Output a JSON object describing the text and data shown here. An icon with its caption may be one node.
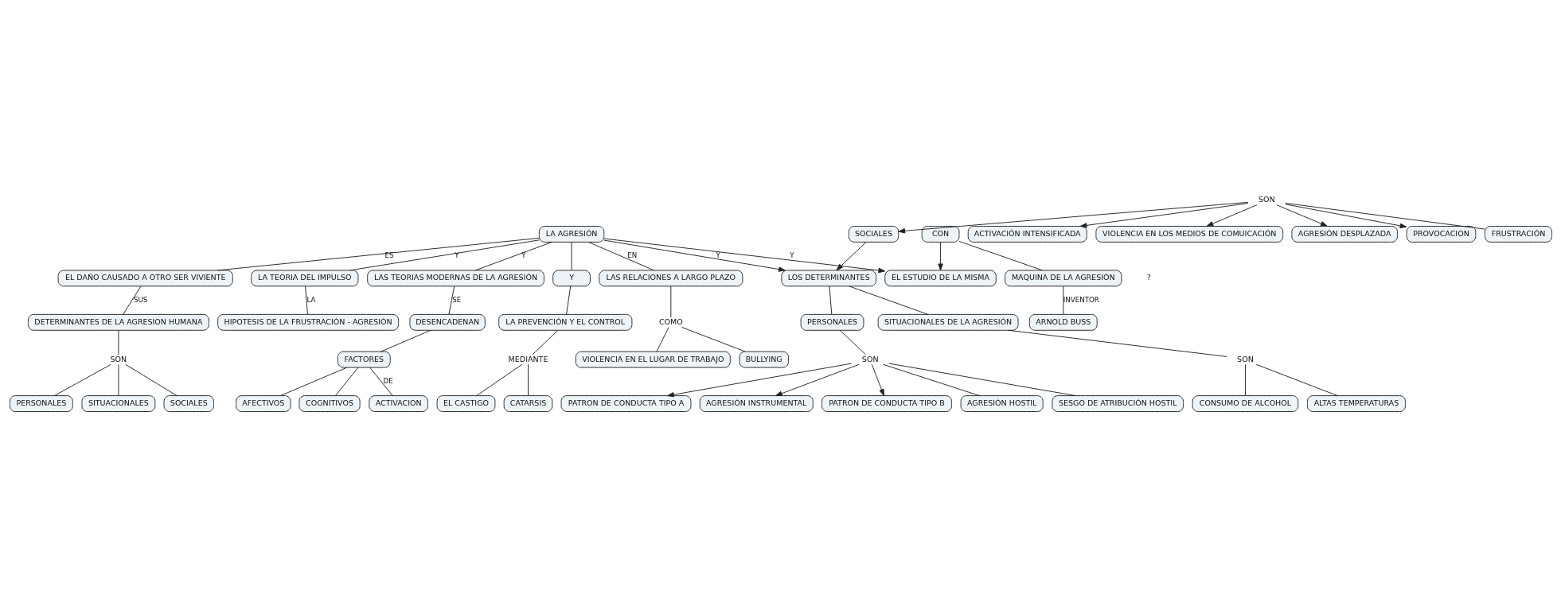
{
  "diagram": {
    "nodes": [
      {
        "text": [
          "EL ESTUDIO DE LA MISMA"
        ]
      },
      {
        "text": [
          "LA AGRESIÓN"
        ]
      },
      {
        "text": [
          "LOS DETERMINANTES"
        ]
      },
      {
        "text": [
          "CON"
        ]
      },
      {
        "text": [
          "ACTIVACIÓN INTENSIFICADA"
        ]
      },
      {
        "text": [
          "SOCIALES"
        ]
      },
      {
        "text": [
          "VIOLENCIA EN LOS MEDIOS DE COMUICACIÓN"
        ]
      },
      {
        "text": [
          "PERSONALES"
        ]
      },
      {
        "text": [
          "MAQUINA DE LA AGRESIÓN"
        ]
      },
      {
        "text": [
          "AGRESIÓN DESPLAZADA"
        ]
      },
      {
        "text": [
          "SON"
        ]
      },
      {
        "text": [
          "PROVOCACION"
        ]
      },
      {
        "text": [
          "ARNOLD BUSS"
        ]
      },
      {
        "text": [
          "FRUSTRACIÓN"
        ]
      },
      {
        "text": [
          "EL DAÑO CAUSADO A OTRO SER VIVIENTE"
        ]
      },
      {
        "text": [
          "PATRON DE CONDUCTA TIPO A"
        ]
      },
      {
        "text": [
          "SON"
        ]
      },
      {
        "text": [
          "AGRESIÓN INSTRUMENTAL"
        ]
      },
      {
        "text": [
          "LA TEORIA DEL IMPULSO"
        ]
      },
      {
        "text": [
          "LAS TEORIAS MODERNAS DE LA AGRESIÓN"
        ]
      },
      {
        "text": [
          "PATRON DE CONDUCTA TIPO B"
        ]
      },
      {
        "text": [
          "AGRESIÓN HOSTIL"
        ]
      },
      {
        "text": [
          "Y"
        ]
      },
      {
        "text": [
          "DETERMINANTES DE LA AGRESION HUMANA"
        ]
      },
      {
        "text": [
          "SESGO DE ATRIBUCIÓN HOSTIL"
        ]
      },
      {
        "text": [
          "DESENCADENAN"
        ]
      },
      {
        "text": [
          "HIPOTESIS DE LA FRUSTRACIÓN - AGRESIÓN"
        ]
      },
      {
        "text": [
          "FACTORES"
        ]
      },
      {
        "text": [
          "SITUACIONALES DE LA AGRESIÓN"
        ]
      },
      {
        "text": [
          "SON"
        ]
      },
      {
        "text": [
          "COGNITIVOS"
        ]
      },
      {
        "text": [
          "ACTIVACION"
        ]
      },
      {
        "text": [
          "AFECTIVOS"
        ]
      },
      {
        "text": [
          "SON"
        ]
      },
      {
        "text": [
          "SITUACIONALES"
        ]
      },
      {
        "text": [
          "SOCIALES"
        ]
      },
      {
        "text": [
          "PERSONALES"
        ]
      },
      {
        "text": [
          "ALTAS TEMPERATURAS"
        ]
      },
      {
        "text": [
          "CONSUMO DE ALCOHOL"
        ]
      },
      {
        "text": [
          "LAS RELACIONES A LARGO PLAZO"
        ]
      },
      {
        "text": [
          "LA PREVENCIÓN Y EL CONTROL"
        ]
      },
      {
        "text": [
          "COMO"
        ]
      },
      {
        "text": [
          "MEDIANTE"
        ]
      },
      {
        "text": [
          "BULLYING"
        ]
      },
      {
        "text": [
          "VIOLENCIA EN EL LUGAR DE TRABAJO"
        ]
      },
      {
        "text": [
          "EL CASTIGO"
        ]
      },
      {
        "text": [
          "CATARSIS"
        ]
      }
    ],
    "edges": [
      {
        "from": 1,
        "to": 0,
        "arrow": "to",
        "label": "Y"
      },
      {
        "from": 1,
        "to": 2,
        "arrow": "to",
        "label": "Y"
      },
      {
        "from": 3,
        "to": 0,
        "arrow": "to"
      },
      {
        "from": 3,
        "to": 8,
        "arrow": "none"
      },
      {
        "from": 8,
        "to": 12,
        "arrow": "none",
        "label": "INVENTOR"
      },
      {
        "from": 1,
        "to": 18,
        "arrow": "none",
        "label": "Y"
      },
      {
        "from": 1,
        "to": 14,
        "arrow": "none",
        "label": "ES"
      },
      {
        "from": 1,
        "to": 39,
        "arrow": "none",
        "label": "EN"
      },
      {
        "from": 1,
        "to": 22,
        "arrow": "none"
      },
      {
        "from": 22,
        "to": 40,
        "arrow": "none"
      },
      {
        "from": 1,
        "to": 19,
        "arrow": "none",
        "label": "Y"
      },
      {
        "from": 18,
        "to": 26,
        "arrow": "none",
        "label": "LA"
      },
      {
        "from": 14,
        "to": 23,
        "arrow": "none",
        "label": "SUS"
      },
      {
        "from": 23,
        "to": 29,
        "arrow": "none"
      },
      {
        "from": 29,
        "to": 34,
        "arrow": "none"
      },
      {
        "from": 29,
        "to": 35,
        "arrow": "none"
      },
      {
        "from": 29,
        "to": 36,
        "arrow": "none"
      },
      {
        "from": 39,
        "to": 41,
        "arrow": "none"
      },
      {
        "from": 41,
        "to": 43,
        "arrow": "none"
      },
      {
        "from": 41,
        "to": 44,
        "arrow": "none"
      },
      {
        "from": 19,
        "to": 25,
        "arrow": "none",
        "label": "SE"
      },
      {
        "from": 25,
        "to": 27,
        "arrow": "none"
      },
      {
        "from": 27,
        "to": 30,
        "arrow": "none"
      },
      {
        "from": 27,
        "to": 31,
        "arrow": "none",
        "label": "DE"
      },
      {
        "from": 27,
        "to": 32,
        "arrow": "none"
      },
      {
        "from": 40,
        "to": 42,
        "arrow": "none"
      },
      {
        "from": 42,
        "to": 45,
        "arrow": "none"
      },
      {
        "from": 42,
        "to": 46,
        "arrow": "none"
      },
      {
        "from": 2,
        "to": 28,
        "arrow": "none"
      },
      {
        "from": 28,
        "to": 33,
        "arrow": "none"
      },
      {
        "from": 33,
        "to": 37,
        "arrow": "none"
      },
      {
        "from": 33,
        "to": 38,
        "arrow": "none"
      },
      {
        "from": 2,
        "to": 7,
        "arrow": "none"
      },
      {
        "from": 7,
        "to": 16,
        "arrow": "none"
      },
      {
        "from": 16,
        "to": 15,
        "arrow": "to"
      },
      {
        "from": 16,
        "to": 17,
        "arrow": "to"
      },
      {
        "from": 16,
        "to": 20,
        "arrow": "to"
      },
      {
        "from": 16,
        "to": 21,
        "arrow": "none"
      },
      {
        "from": 16,
        "to": 24,
        "arrow": "none"
      },
      {
        "from": 5,
        "to": 2,
        "arrow": "to"
      },
      {
        "from": 10,
        "to": 5,
        "arrow": "to"
      },
      {
        "from": 10,
        "to": 4,
        "arrow": "to"
      },
      {
        "from": 10,
        "to": 6,
        "arrow": "to"
      },
      {
        "from": 10,
        "to": 9,
        "arrow": "to"
      },
      {
        "from": 10,
        "to": 11,
        "arrow": "to"
      },
      {
        "from": 10,
        "to": 13,
        "arrow": "none"
      }
    ],
    "labels": [
      "?"
    ]
  }
}
